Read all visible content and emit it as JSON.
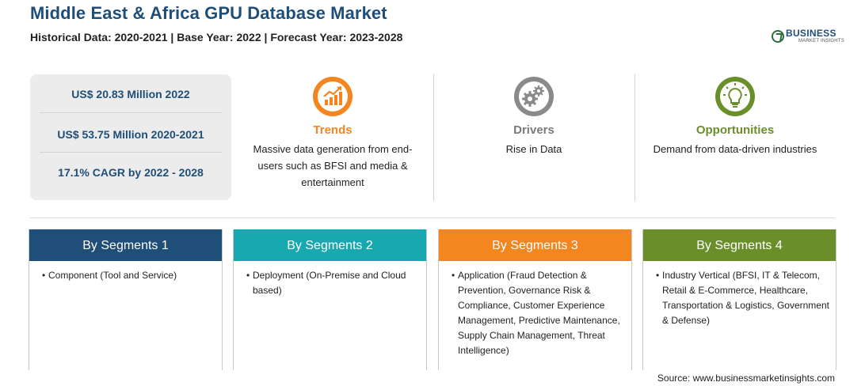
{
  "header": {
    "title": "Middle East & Africa GPU Database Market",
    "subtitle": "Historical Data: 2020-2021 | Base Year: 2022 | Forecast Year: 2023-2028"
  },
  "logo": {
    "name": "BUSINESS",
    "sub": "MARKET INSIGHTS"
  },
  "stats": [
    "US$ 20.83 Million 2022",
    "US$ 53.75 Million 2020-2021",
    "17.1% CAGR by 2022 - 2028"
  ],
  "factors": {
    "trends": {
      "label": "Trends",
      "text": "Massive data generation from end-users such as BFSI and media & entertainment",
      "color": "#f4861f",
      "icon": "chart-up-icon"
    },
    "drivers": {
      "label": "Drivers",
      "text": "Rise in Data",
      "color": "#7a7a7a",
      "icon": "gears-icon"
    },
    "opportunities": {
      "label": "Opportunities",
      "text": "Demand from data-driven industries",
      "color": "#6a8f2a",
      "icon": "lightbulb-icon"
    }
  },
  "segments": [
    {
      "title": "By Segments 1",
      "item": "Component (Tool and Service)",
      "color": "#1f4e79"
    },
    {
      "title": "By Segments 2",
      "item": "Deployment (On-Premise and Cloud based)",
      "color": "#17a8b0"
    },
    {
      "title": "By Segments 3",
      "item": "Application (Fraud Detection & Prevention, Governance Risk & Compliance, Customer Experience Management, Predictive Maintenance, Supply Chain Management, Threat Intelligence)",
      "color": "#f4861f"
    },
    {
      "title": "By Segments 4",
      "item": "Industry Vertical (BFSI, IT & Telecom, Retail & E-Commerce, Healthcare, Transportation & Logistics, Government & Defense)",
      "color": "#6a8f2a"
    }
  ],
  "source": "Source: www.businessmarketinsights.com"
}
